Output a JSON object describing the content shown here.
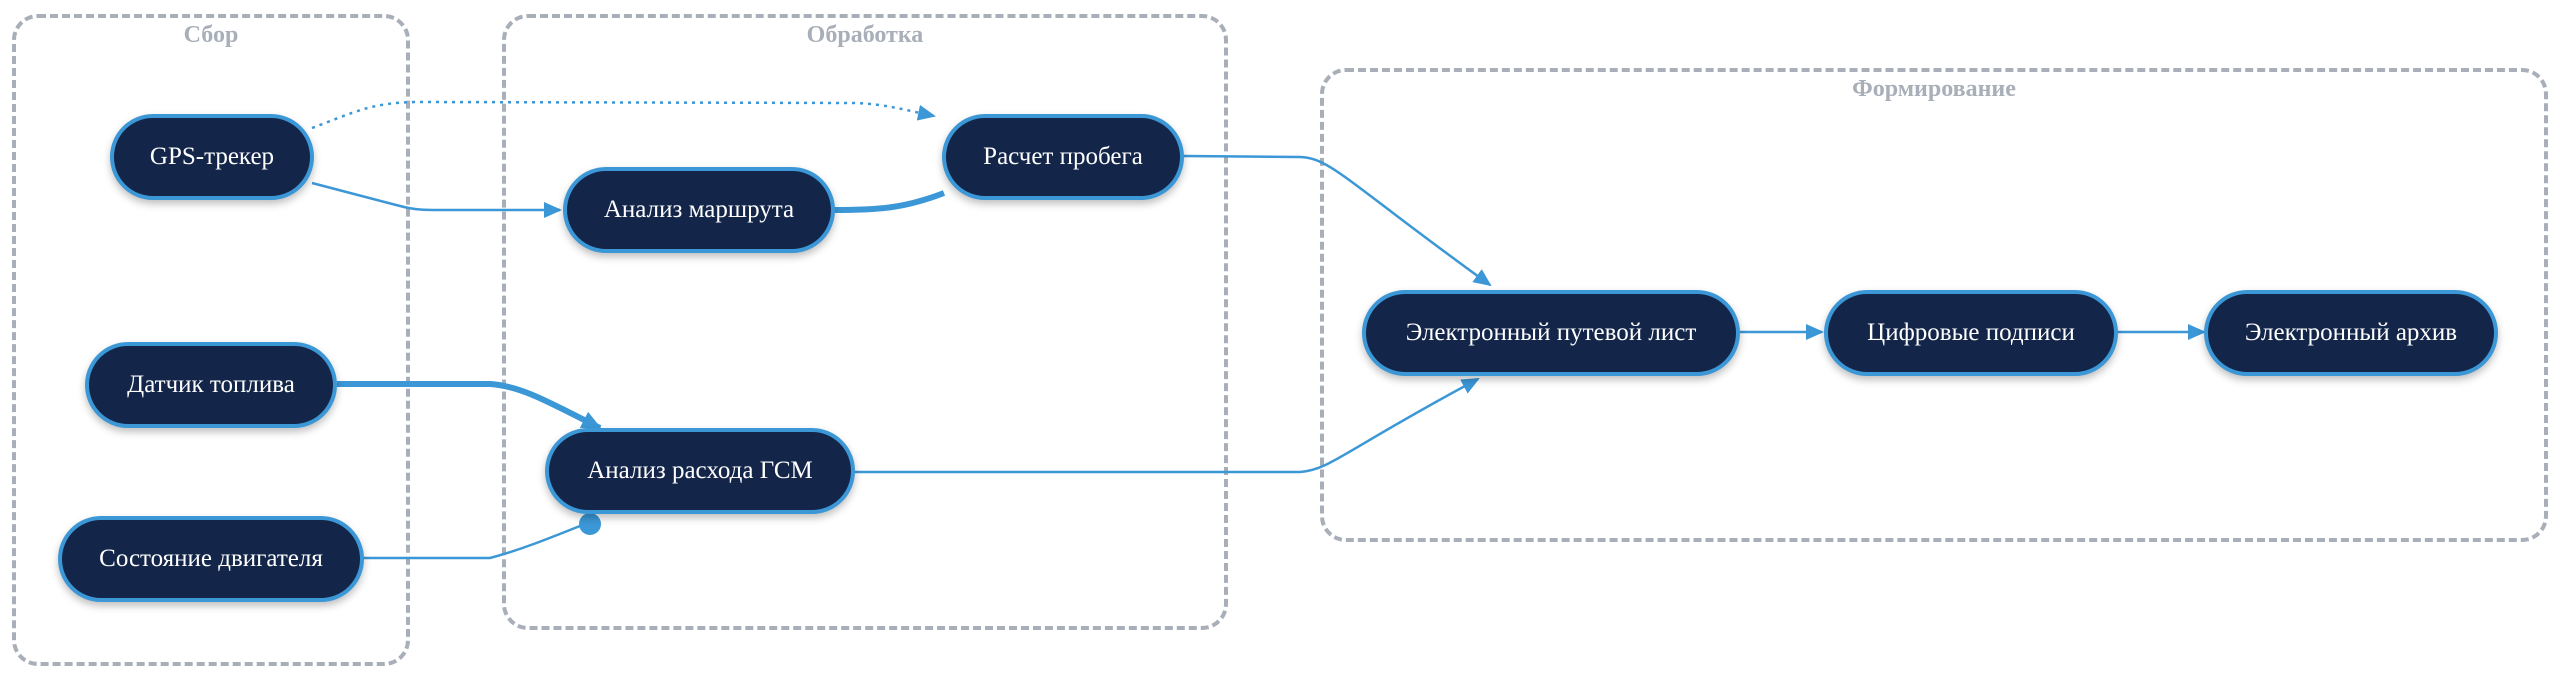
{
  "clusters": {
    "collect": "Сбор",
    "process": "Обработка",
    "form": "Формирование"
  },
  "nodes": {
    "gps": "GPS-трекер",
    "fuel": "Датчик топлива",
    "engine": "Состояние двигателя",
    "route": "Анализ маршрута",
    "mileage": "Расчет пробега",
    "gsm": "Анализ расхода ГСМ",
    "waybill": "Электронный путевой лист",
    "signatures": "Цифровые подписи",
    "archive": "Электронный архив"
  },
  "colors": {
    "node_fill": "#13264a",
    "node_border": "#3b97d6",
    "edge": "#3b97d6",
    "cluster_border": "#a9afb9"
  }
}
